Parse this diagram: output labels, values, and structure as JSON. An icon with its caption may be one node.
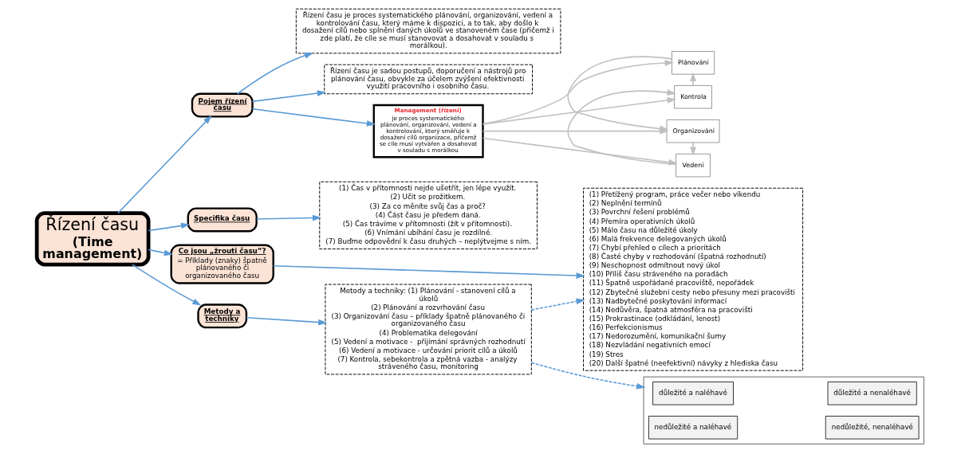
{
  "diagram": {
    "nodes": [
      {
        "text": [
          "Řízení času",
          "(Time management)"
        ]
      },
      {
        "text": [
          "Pojem řízení času"
        ]
      },
      {
        "text": [
          "Řízení času je proces systematického plánování, organizování, vedení a kontrolování času, který máme k dispozici, a to tak, aby došlo k dosažení cílů nebo splnění daných úkolů ve stanoveném čase (přičemž i zde platí, že cíle se musí stanovovat a dosahovat v souladu s morálkou)."
        ]
      },
      {
        "text": [
          "Řízení času je sadou postupů, doporučení a nástrojů pro plánování času, obvykle za účelem zvýšení efektivnosti využití pracovního i osobního času."
        ]
      },
      {
        "text": [
          "Management (řízení)",
          "je proces systematického plánování, organizování, vedení a kontrolování, který směřuje k dosažení cílů organizace, přičemž se cíle musí vytvářen a dosahovat v souladu s morálkou"
        ]
      },
      {
        "text": [
          "Plánování"
        ]
      },
      {
        "text": [
          "Kontrola"
        ]
      },
      {
        "text": [
          "Organizování"
        ]
      },
      {
        "text": [
          "Vedení"
        ]
      },
      {
        "text": [
          "Specifika času"
        ]
      },
      {
        "text": [
          "(1) Čas v přítomnosti nejde ušetřit, jen lépe využít.",
          "(2) Učit se prožitkem.",
          "(3) Za co měníte svůj čas a proč?",
          "(4) Část času je předem daná.",
          "(5) Čas trávíme v přítomnosti (žít v přítomnosti).",
          "(6) Vnímání ubíhání času je rozdílné.",
          "(7) Buďme odpovědní k času druhých – neplýtvejme s ním."
        ]
      },
      {
        "text": [
          "Co jsou „žrouti času“?",
          "= Příklady (znaky) špatně plánovaného či organizovaného času"
        ]
      },
      {
        "text": [
          "(1) Přetížený program, práce večer nebo víkendu",
          "(2) Neplnění termínů",
          "(3) Povrchní řešení problémů",
          "(4) Přemíra operativních úkolů",
          "(5) Málo času na důležité úkoly",
          "(6) Malá frekvence delegovaných úkolů",
          "(7) Chybí přehled o cílech a prioritách",
          "(8) Časté chyby v rozhodování (špatná rozhodnutí)",
          "(9) Neschopnost odmítnout nový úkol",
          "(10) Příliš času stráveného na poradách",
          "(11) Špatně uspořádané pracoviště, nepořádek",
          "(12) Zbytečné služební cesty nebo přesuny mezi pracovišti",
          "(13) Nadbytečné poskytování informací",
          "(14) Nedůvěra, špatná atmosféra na pracovišti",
          "(15) Prokrastinace (odkládání, lenost)",
          "(16) Perfekcionismus",
          "(17) Nedorozumění, komunikační šumy",
          "(18) Nezvládání negativních emocí",
          "(19) Stres",
          "(20) Další špatné (neefektivní) návyky z hlediska času"
        ]
      },
      {
        "text": [
          "Metody a techniky"
        ]
      },
      {
        "text": [
          "Metody a techniky: (1) Plánování - stanovení cílů a úkolů",
          "(2) Plánování a rozvrhování času",
          "(3) Organizování času – příklady špatně plánovaného či organizovaného času",
          "(4) Problematika delegování",
          "(5) Vedení a motivace -  přijímání správných rozhodnutí",
          "(6) Vedení a motivace - určování priorit cílů a úkolů",
          "(7) Kontrola, sebekontrola a zpětná vazba - analýzy stráveného času, monitoring"
        ]
      },
      {
        "text": [],
        "shape": "box"
      },
      {
        "text": [
          "důležité a naléhavé"
        ],
        "in": 15
      },
      {
        "text": [
          "důležité a nenaléhavé"
        ],
        "in": 15
      },
      {
        "text": [
          "nedůležité a naléhavé"
        ],
        "in": 15
      },
      {
        "text": [
          "nedůležité, nenaléhavé"
        ],
        "in": 15
      }
    ],
    "edges": [
      {
        "from": 0,
        "to": 1,
        "arrow": "to"
      },
      {
        "from": 1,
        "to": 4,
        "arrow": "to"
      },
      {
        "from": 1,
        "to": 2,
        "arrow": "to"
      },
      {
        "from": 1,
        "to": 3,
        "arrow": "to"
      },
      {
        "from": 4,
        "to": 5,
        "arrow": "to",
        "color": "#bfbfbf"
      },
      {
        "from": 4,
        "to": 6,
        "arrow": "to",
        "color": "#bfbfbf"
      },
      {
        "from": 4,
        "to": 7,
        "arrow": "to",
        "color": "#bfbfbf"
      },
      {
        "from": 4,
        "to": 8,
        "arrow": "to",
        "color": "#bfbfbf"
      },
      {
        "from": 5,
        "to": 7,
        "arrow": "to",
        "color": "#bfbfbf"
      },
      {
        "from": 7,
        "to": 8,
        "arrow": "to",
        "color": "#bfbfbf"
      },
      {
        "from": 8,
        "to": 6,
        "arrow": "to",
        "color": "#bfbfbf"
      },
      {
        "from": 6,
        "to": 5,
        "arrow": "to",
        "color": "#bfbfbf"
      },
      {
        "from": 0,
        "to": 9,
        "arrow": "to"
      },
      {
        "from": 9,
        "to": 10,
        "arrow": "to"
      },
      {
        "from": 0,
        "to": 11,
        "arrow": "to"
      },
      {
        "from": 11,
        "to": 12,
        "arrow": "to"
      },
      {
        "from": 0,
        "to": 13,
        "arrow": "to"
      },
      {
        "from": 13,
        "to": 14,
        "arrow": "to"
      },
      {
        "from": 14,
        "to": 12,
        "arrow": "to",
        "style": "dashed"
      },
      {
        "from": 14,
        "to": 15,
        "arrow": "to",
        "style": "dashed"
      }
    ]
  }
}
